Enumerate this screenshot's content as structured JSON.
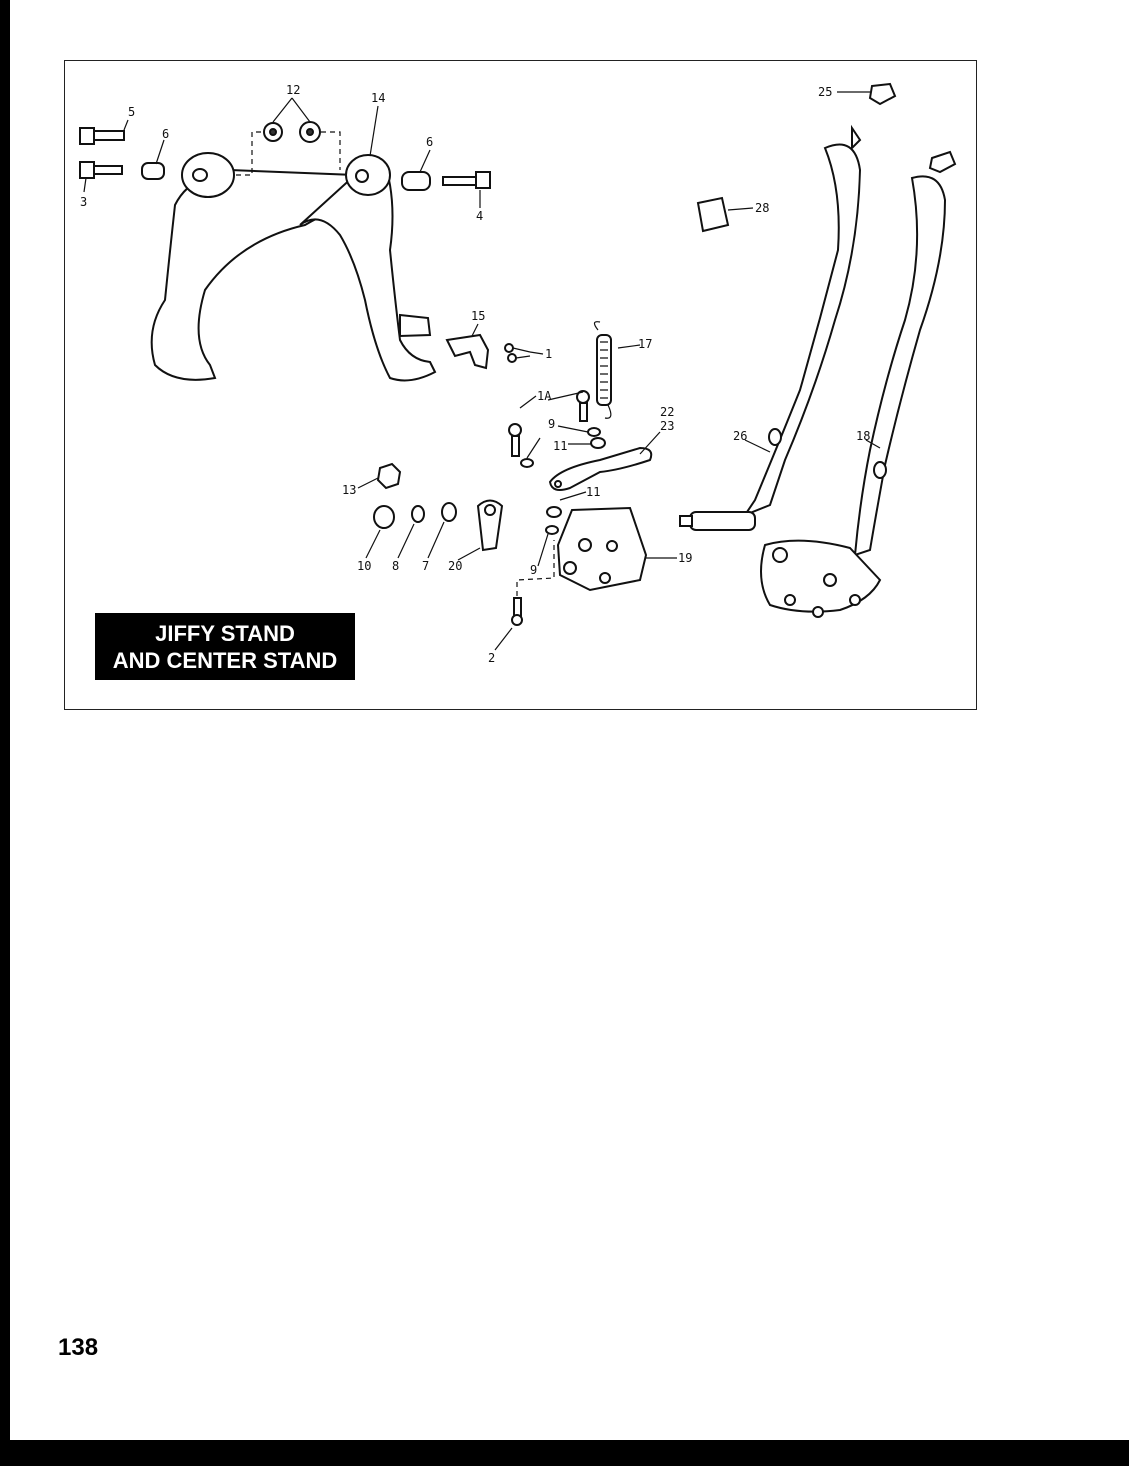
{
  "figure": {
    "title_line1": "JIFFY STAND",
    "title_line2": "AND CENTER STAND",
    "callouts": {
      "c1": "1",
      "c1a": "1A",
      "c2": "2",
      "c3": "3",
      "c4": "4",
      "c5": "5",
      "c6a": "6",
      "c6b": "6",
      "c7": "7",
      "c8": "8",
      "c9a": "9",
      "c9b": "9",
      "c10": "10",
      "c11a": "11",
      "c11b": "11",
      "c12": "12",
      "c13": "13",
      "c14": "14",
      "c15": "15",
      "c17": "17",
      "c18": "18",
      "c19": "19",
      "c20": "20",
      "c22": "22",
      "c23": "23",
      "c25": "25",
      "c26": "26",
      "c28": "28"
    }
  },
  "page": {
    "number": "138"
  }
}
